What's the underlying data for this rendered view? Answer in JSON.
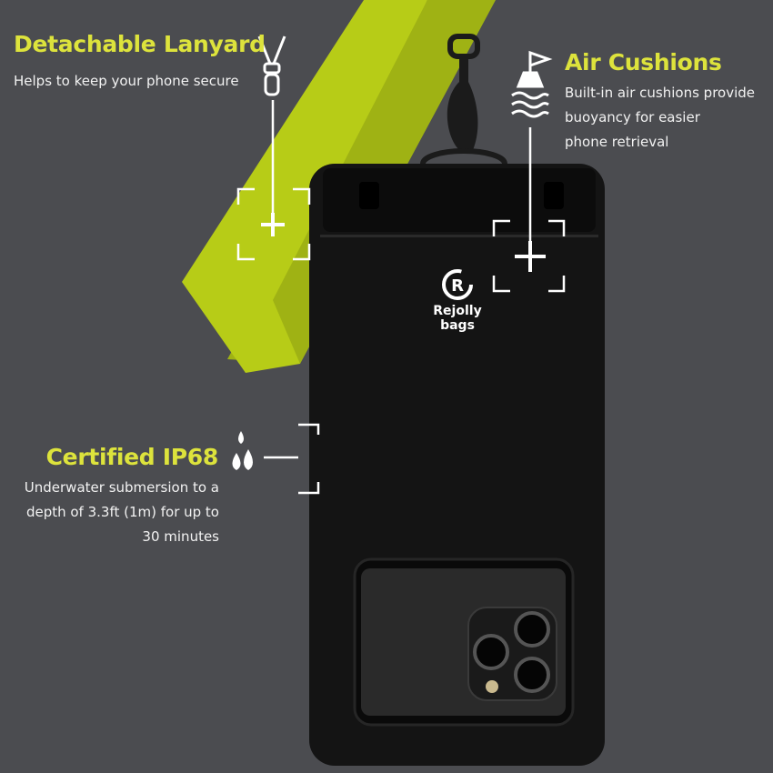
{
  "colors": {
    "background": "#4b4c50",
    "accent": "#dde33c",
    "lanyard": "#b7cc17",
    "pouch": "#141414"
  },
  "features": [
    {
      "title": "Detachable Lanyard",
      "description": [
        "Helps to keep your phone secure"
      ],
      "icon": "zipper-clip-icon"
    },
    {
      "title": "Air Cushions",
      "description": [
        "Built-in air cushions provide",
        "buoyancy for easier",
        "phone retrieval"
      ],
      "icon": "buoy-flag-icon"
    },
    {
      "title": "Certified IP68",
      "description": [
        "Underwater submersion to a",
        "depth of 3.3ft (1m) for up to",
        "30 minutes"
      ],
      "icon": "water-drops-icon"
    }
  ],
  "product": {
    "brand": "Rejolly bags",
    "logo": "R"
  }
}
